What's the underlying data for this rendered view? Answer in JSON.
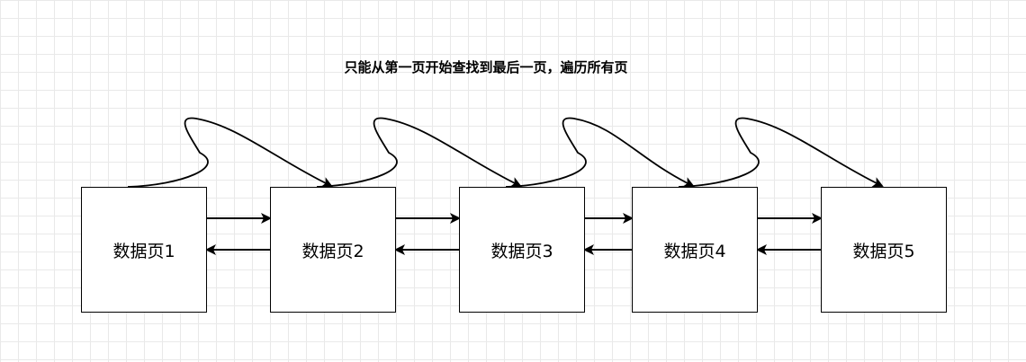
{
  "diagram": {
    "caption": "只能从第一页开始查找到最后一页，遍历所有页",
    "pages": [
      {
        "label": "数据页1"
      },
      {
        "label": "数据页2"
      },
      {
        "label": "数据页3"
      },
      {
        "label": "数据页4"
      },
      {
        "label": "数据页5"
      }
    ],
    "links": [
      {
        "from": 1,
        "to": 2,
        "kind": "next"
      },
      {
        "from": 2,
        "to": 1,
        "kind": "prev"
      },
      {
        "from": 2,
        "to": 3,
        "kind": "next"
      },
      {
        "from": 3,
        "to": 2,
        "kind": "prev"
      },
      {
        "from": 3,
        "to": 4,
        "kind": "next"
      },
      {
        "from": 4,
        "to": 3,
        "kind": "prev"
      },
      {
        "from": 4,
        "to": 5,
        "kind": "next"
      },
      {
        "from": 5,
        "to": 4,
        "kind": "prev"
      }
    ],
    "traversal": [
      {
        "from": 1,
        "to": 2
      },
      {
        "from": 2,
        "to": 3
      },
      {
        "from": 3,
        "to": 4
      },
      {
        "from": 4,
        "to": 5
      }
    ],
    "colors": {
      "stroke": "#000000",
      "grid": "#e9e9e9",
      "box_fill": "#ffffff"
    }
  }
}
